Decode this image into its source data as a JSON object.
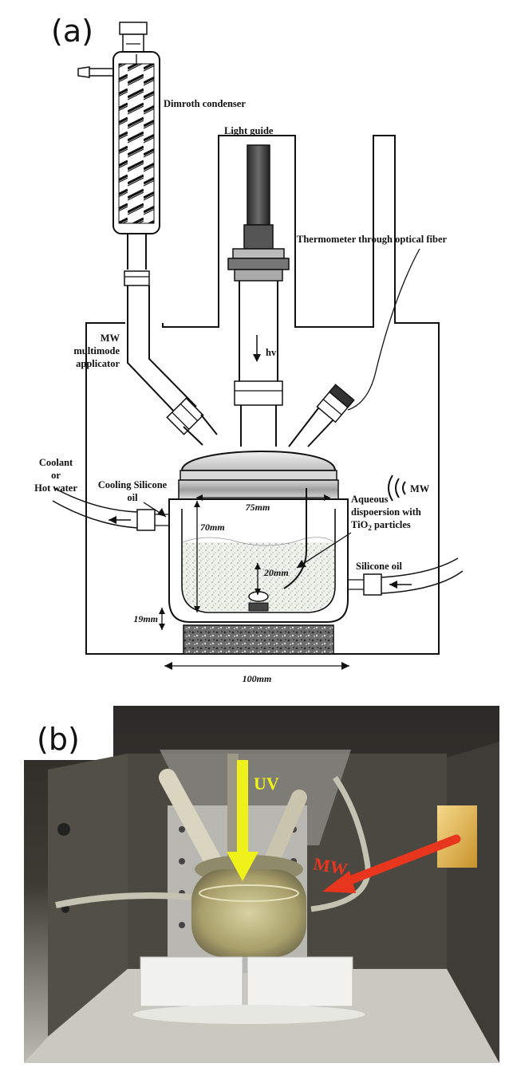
{
  "panels": {
    "a": {
      "label": "(a)",
      "labels": {
        "condenser": "Dimroth condenser",
        "light_guide": "Light guide",
        "thermometer": "Thermometer through optical fiber",
        "mw_line1": "MW",
        "mw_line2": "multimode",
        "mw_line3": "applicator",
        "hv": "hv",
        "coolant_line1": "Coolant",
        "coolant_line2": "or",
        "coolant_line3": "Hot water",
        "cooling_line1": "Cooling Silicone",
        "cooling_line2": "oil",
        "mw_wave": "MW",
        "aqueous_line1": "Aqueous",
        "aqueous_line2": "dispoersion with",
        "aqueous_line3_pre": "TiO",
        "aqueous_line3_sub": "2",
        "aqueous_line3_post": " particles",
        "silicone_oil": "Silicone oil"
      },
      "dimensions": {
        "d75": "75mm",
        "d70": "70mm",
        "d20": "20mm",
        "d19": "19mm",
        "d100": "100mm"
      }
    },
    "b": {
      "label": "(b)",
      "labels": {
        "uv": "UV",
        "mw": "MW"
      },
      "colors": {
        "uv_arrow": "#eef21a",
        "mw_arrow": "#e8361e"
      }
    }
  }
}
